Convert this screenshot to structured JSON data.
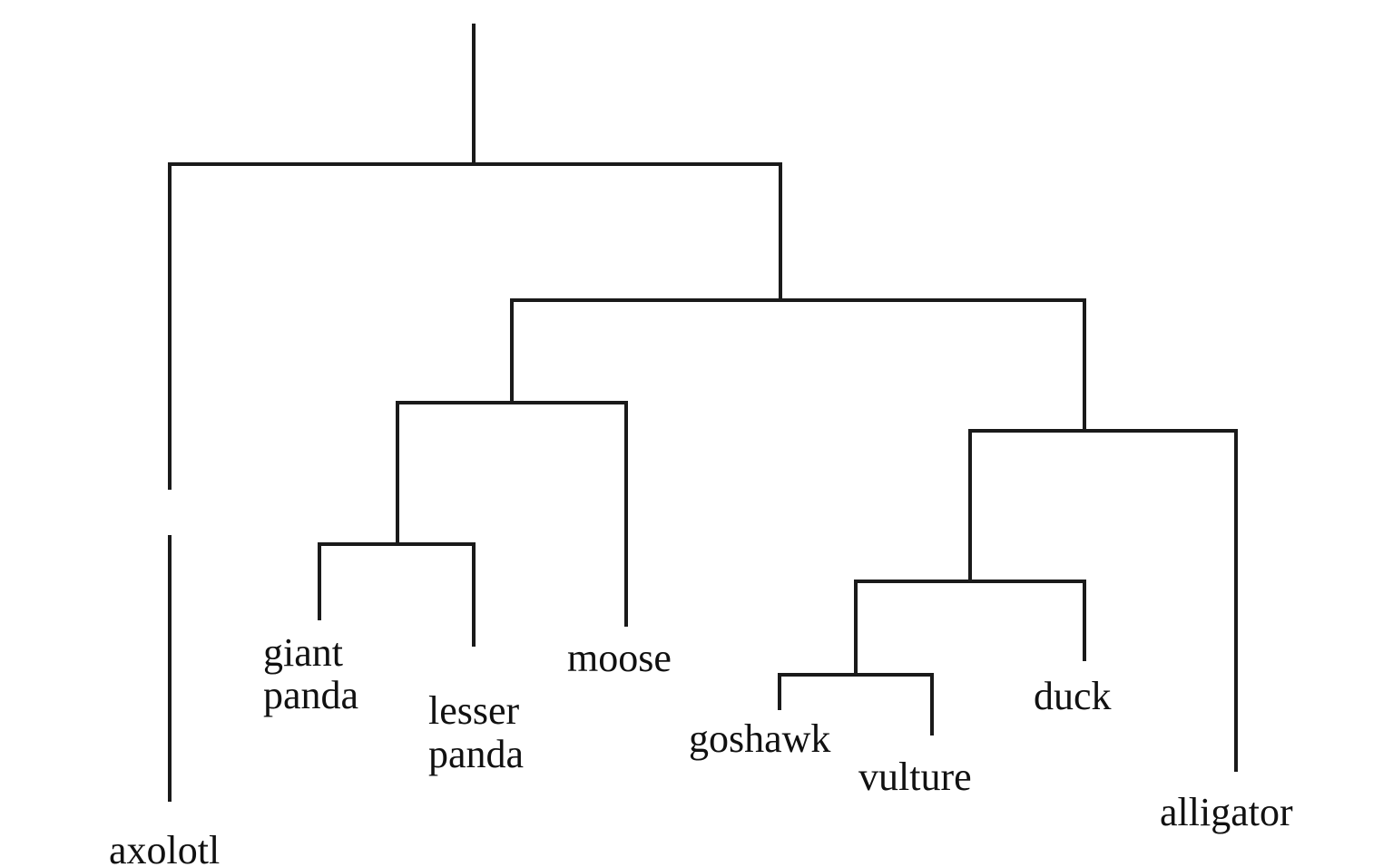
{
  "diagram": {
    "type": "cladogram",
    "line_color": "#1a1a1a",
    "text_color": "#111111",
    "leaves": {
      "axolotl": "axolotl",
      "giant_panda": [
        "giant",
        "panda"
      ],
      "lesser_panda": [
        "lesser",
        "panda"
      ],
      "moose": "moose",
      "goshawk": "goshawk",
      "vulture": "vulture",
      "duck": "duck",
      "alligator": "alligator"
    },
    "tree": [
      "axolotl",
      [
        [
          [
            "giant panda",
            "lesser panda"
          ],
          "moose"
        ],
        [
          [
            [
              "goshawk",
              "vulture"
            ],
            "duck"
          ],
          "alligator"
        ]
      ]
    ]
  }
}
